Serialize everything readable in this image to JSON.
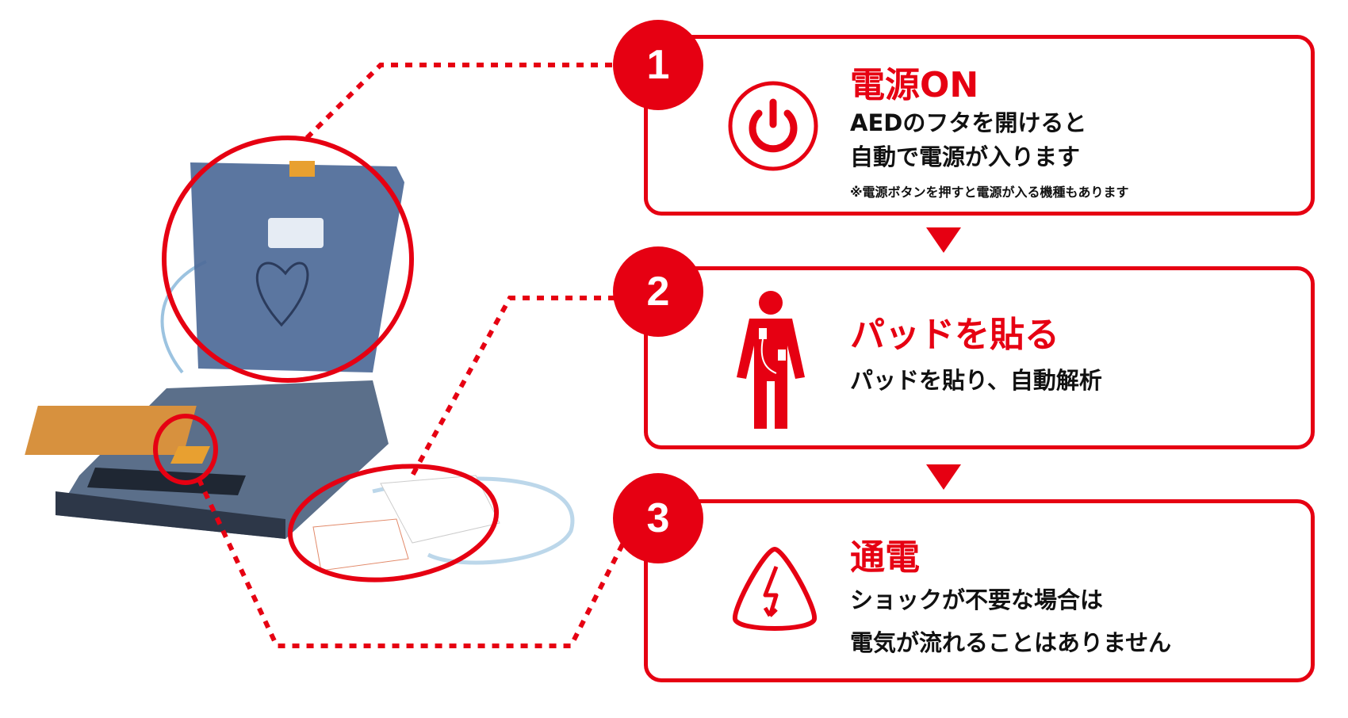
{
  "colors": {
    "accent": "#e60012"
  },
  "steps": [
    {
      "number": "1",
      "icon": "power-icon",
      "title": "電源ON",
      "lines": [
        "AEDのフタを開けると",
        "自動で電源が入ります"
      ],
      "note": "※電源ボタンを押すと電源が入る機種もあります"
    },
    {
      "number": "2",
      "icon": "person-with-pads-icon",
      "title": "パッドを貼る",
      "lines": [
        "パッドを貼り、自動解析"
      ]
    },
    {
      "number": "3",
      "icon": "shock-warning-icon",
      "title": "通電",
      "lines": [
        "ショックが不要な場合は",
        "電気が流れることはありません"
      ]
    }
  ]
}
